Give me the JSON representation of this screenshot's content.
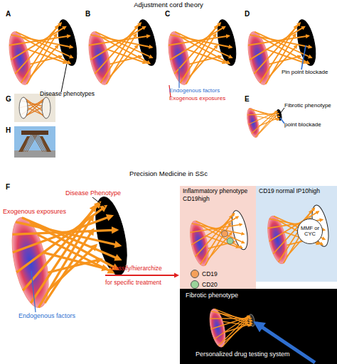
{
  "diagram": {
    "title": "Adjustment cord theory",
    "nodes": [
      {
        "text": [
          "Inflammatory phenotype",
          "CD19high"
        ]
      },
      {
        "text": [
          "CD19 normal IP10high"
        ]
      },
      {
        "text": [
          "MMF or CYC"
        ],
        "in": 1
      },
      {
        "text": [
          "Fibrotic phenotype",
          "Personalized drug testing system"
        ]
      }
    ],
    "labels": [
      "A",
      "B",
      "C",
      "D",
      "Disease phenotypes",
      "Endogenous factors",
      "Exogenous exposures",
      "Pin point blockade",
      "E",
      "Fibrotic phenotype",
      "point blockade",
      "G",
      "H",
      "Precision Medicine in SSc",
      "F",
      "Disease Phenotype",
      "Exogenous exposures",
      "Endogenous factors",
      "classify/hierarchize",
      "for specific treatment"
    ],
    "legend": [
      {
        "text": "CD19",
        "color": "#f5a05a"
      },
      {
        "text": "CD20",
        "color": "#9ad39a"
      }
    ]
  }
}
